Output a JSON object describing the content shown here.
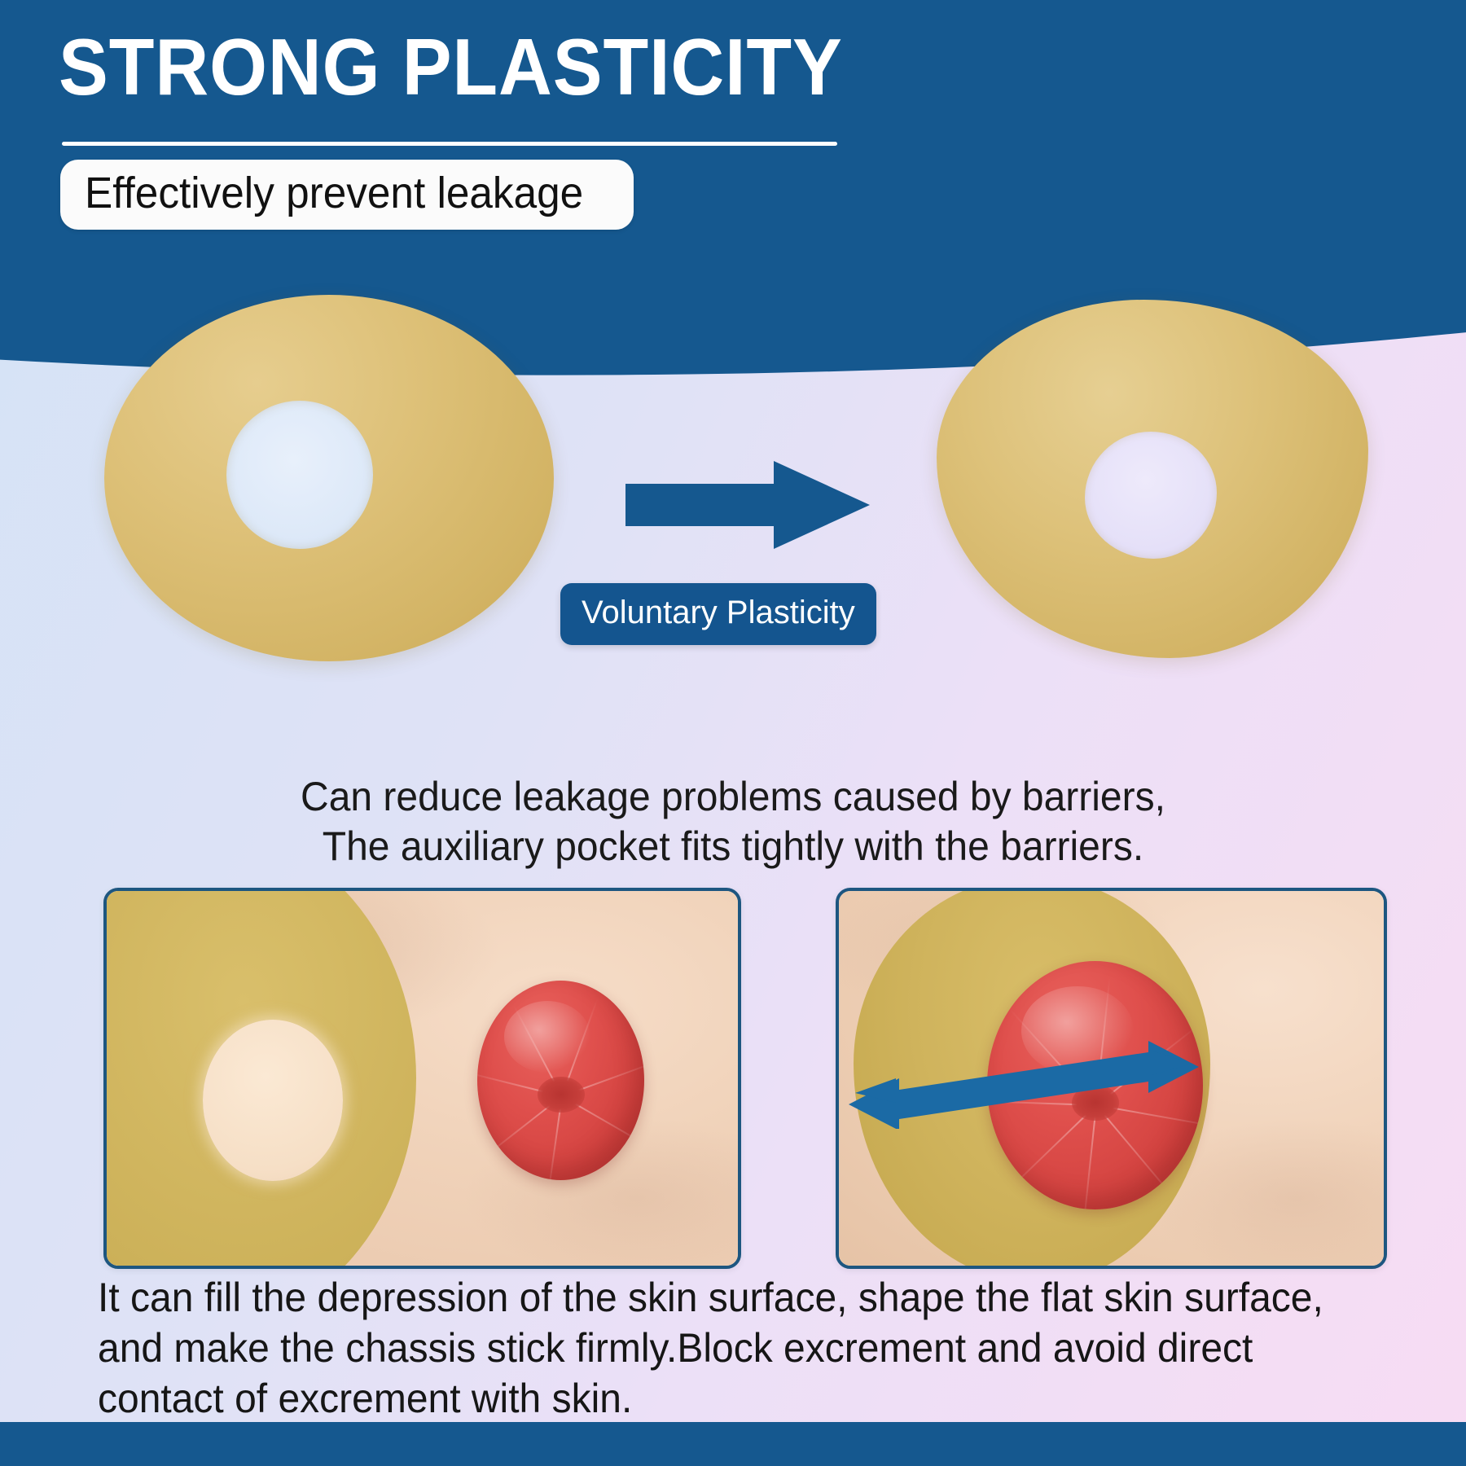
{
  "header": {
    "title": "STRONG PLASTICITY",
    "subtitle": "Effectively prevent leakage",
    "background_color": "#15588f",
    "title_color": "#ffffff"
  },
  "diagram": {
    "left_ring_name": "round-barrier-ring",
    "right_ring_name": "molded-barrier-ring",
    "arrow_name": "right-arrow-icon",
    "arrow_color": "#15588f",
    "badge_label": "Voluntary Plasticity",
    "badge_color": "#14558f",
    "badge_text_color": "#ffffff",
    "ring_color": "#ddc077"
  },
  "mid_copy": {
    "line1": "Can reduce leakage problems caused by barriers,",
    "line2": "The auxiliary pocket fits tightly with the barriers."
  },
  "panels": {
    "border_color": "#1d5680",
    "skin_color": "#f0d2b9",
    "stoma_color": "#df4f4c",
    "wafer_color": "#d0b55e",
    "left": {
      "name": "barrier-before-application-photo",
      "caption": ""
    },
    "right": {
      "name": "barrier-fitted-around-stoma-photo",
      "arrow_name": "double-headed-arrow-icon",
      "arrow_color": "#1b6aa5",
      "caption": ""
    }
  },
  "bottom_copy": {
    "line1": "It can fill the depression of the skin surface, shape the flat skin surface,",
    "line2": "and make the chassis stick firmly.Block excrement and avoid direct",
    "line3": "contact of excrement with skin."
  },
  "footer": {
    "bar_color": "#15588f"
  }
}
